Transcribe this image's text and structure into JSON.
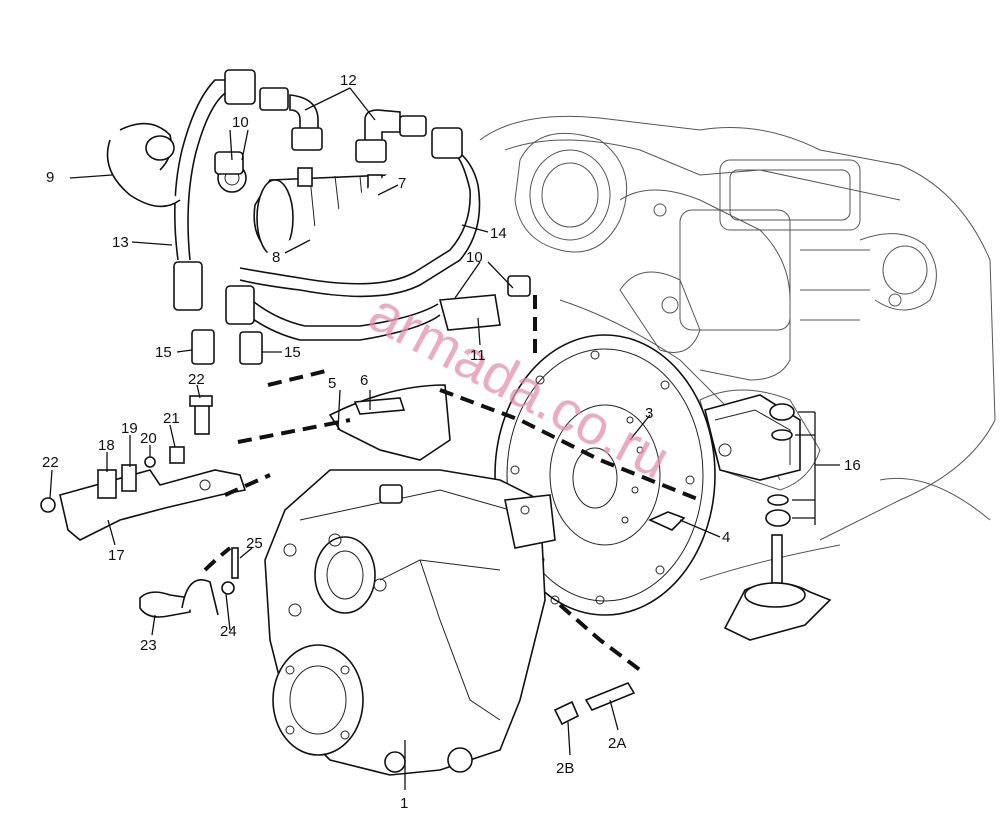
{
  "watermark": "armada.co.ru",
  "callouts": [
    {
      "id": "c1",
      "text": "1"
    },
    {
      "id": "c2a",
      "text": "2A"
    },
    {
      "id": "c2b",
      "text": "2B"
    },
    {
      "id": "c3",
      "text": "3"
    },
    {
      "id": "c4",
      "text": "4"
    },
    {
      "id": "c5",
      "text": "5"
    },
    {
      "id": "c6",
      "text": "6"
    },
    {
      "id": "c7",
      "text": "7"
    },
    {
      "id": "c8",
      "text": "8"
    },
    {
      "id": "c9",
      "text": "9"
    },
    {
      "id": "c10a",
      "text": "10"
    },
    {
      "id": "c10b",
      "text": "10"
    },
    {
      "id": "c11",
      "text": "11"
    },
    {
      "id": "c12",
      "text": "12"
    },
    {
      "id": "c13",
      "text": "13"
    },
    {
      "id": "c14",
      "text": "14"
    },
    {
      "id": "c15a",
      "text": "15"
    },
    {
      "id": "c15b",
      "text": "15"
    },
    {
      "id": "c16",
      "text": "16"
    },
    {
      "id": "c17",
      "text": "17"
    },
    {
      "id": "c18",
      "text": "18"
    },
    {
      "id": "c19",
      "text": "19"
    },
    {
      "id": "c20",
      "text": "20"
    },
    {
      "id": "c21",
      "text": "21"
    },
    {
      "id": "c22a",
      "text": "22"
    },
    {
      "id": "c22b",
      "text": "22"
    },
    {
      "id": "c23",
      "text": "23"
    },
    {
      "id": "c24",
      "text": "24"
    },
    {
      "id": "c25",
      "text": "25"
    }
  ]
}
